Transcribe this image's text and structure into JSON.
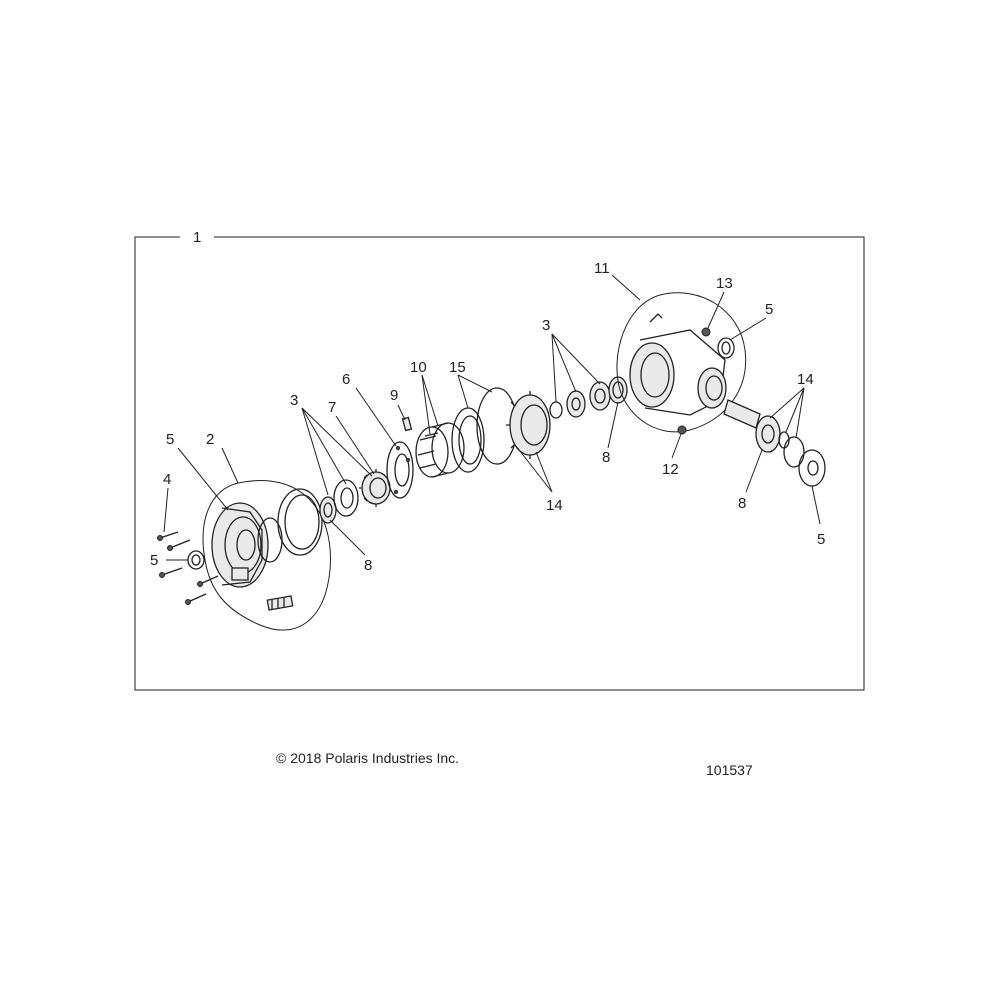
{
  "callouts": {
    "c1": "1",
    "c2": "2",
    "c3a": "3",
    "c3b": "3",
    "c4": "4",
    "c5a": "5",
    "c5b": "5",
    "c5c": "5",
    "c5d": "5",
    "c6": "6",
    "c7": "7",
    "c8a": "8",
    "c8b": "8",
    "c8c": "8",
    "c9": "9",
    "c10": "10",
    "c11": "11",
    "c12": "12",
    "c13": "13",
    "c14a": "14",
    "c14b": "14",
    "c15": "15"
  },
  "footer": {
    "copyright": "© 2018 Polaris Industries Inc.",
    "drawing_number": "101537"
  }
}
